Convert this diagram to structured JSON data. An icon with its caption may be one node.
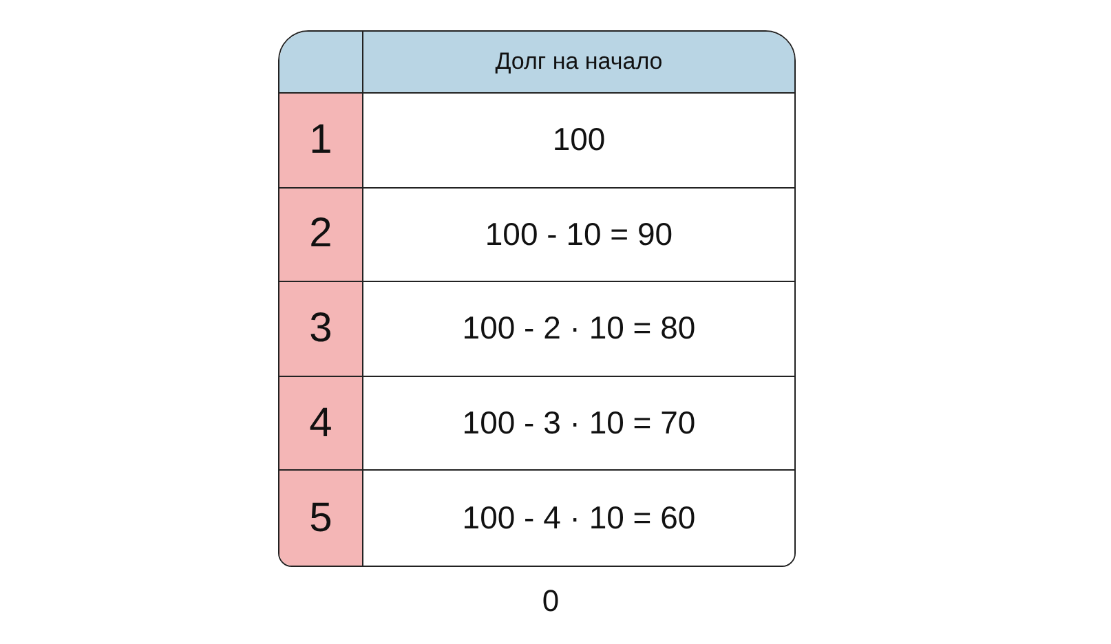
{
  "diagram": {
    "labels": [
      "Долг на начало",
      "1",
      "100",
      "2",
      "100 - 10 = 90",
      "3",
      "100 - 2 · 10 = 80",
      "4",
      "100 - 3 · 10 = 70",
      "5",
      "100 - 4 · 10 = 60",
      "0"
    ]
  }
}
